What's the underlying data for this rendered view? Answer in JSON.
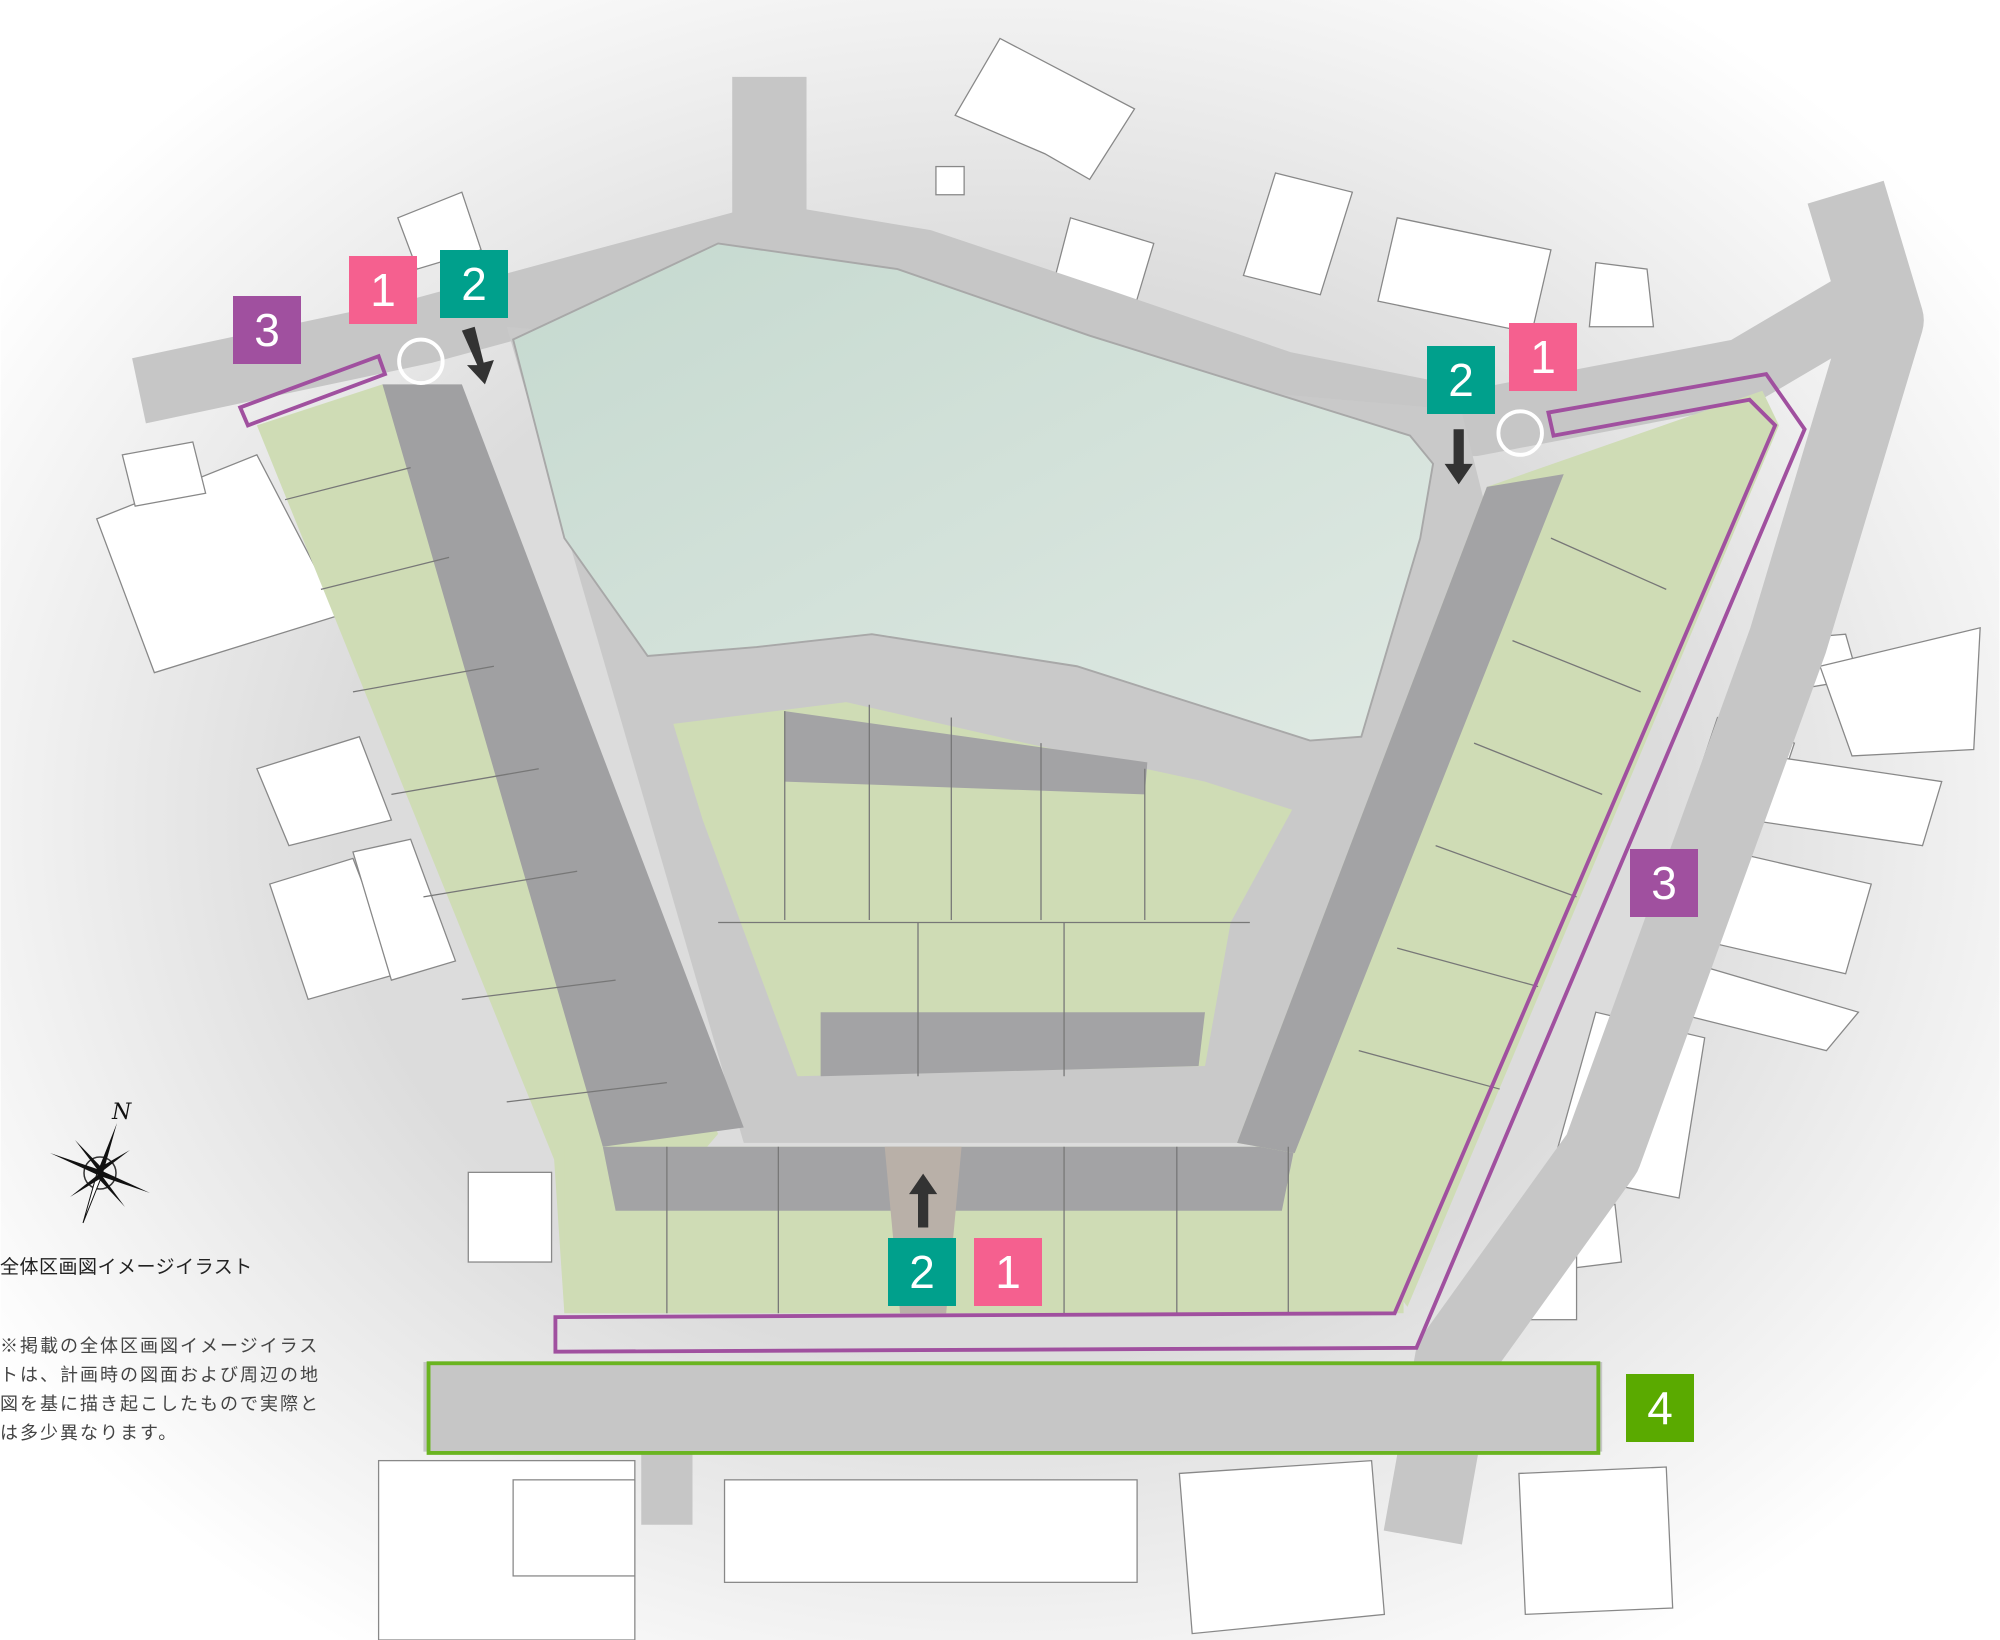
{
  "title": "全体区画図イメージイラスト",
  "note": "※掲載の全体区画図イメージイラストは、計画時の図面および周辺の地図を基に描き起こしたもので実際とは多少異なります。",
  "compass": {
    "label": "N",
    "icon": "compass-rose-icon"
  },
  "markers": [
    {
      "id": "3",
      "color": "#a0509f"
    },
    {
      "id": "1",
      "color": "#f5608f"
    },
    {
      "id": "2",
      "color": "#00a08c"
    },
    {
      "id": "2",
      "color": "#00a08c"
    },
    {
      "id": "1",
      "color": "#f5608f"
    },
    {
      "id": "3",
      "color": "#a0509f"
    },
    {
      "id": "2",
      "color": "#00a08c"
    },
    {
      "id": "1",
      "color": "#f5608f"
    },
    {
      "id": "4",
      "color": "#5aaa00"
    }
  ],
  "colors": {
    "road": "#c9c9c9",
    "pond": "#cfe0d8",
    "lot": "#d9e6c2",
    "parking": "#9c9c9e",
    "outline_purple": "#a0509f",
    "outline_green": "#6ab420"
  }
}
